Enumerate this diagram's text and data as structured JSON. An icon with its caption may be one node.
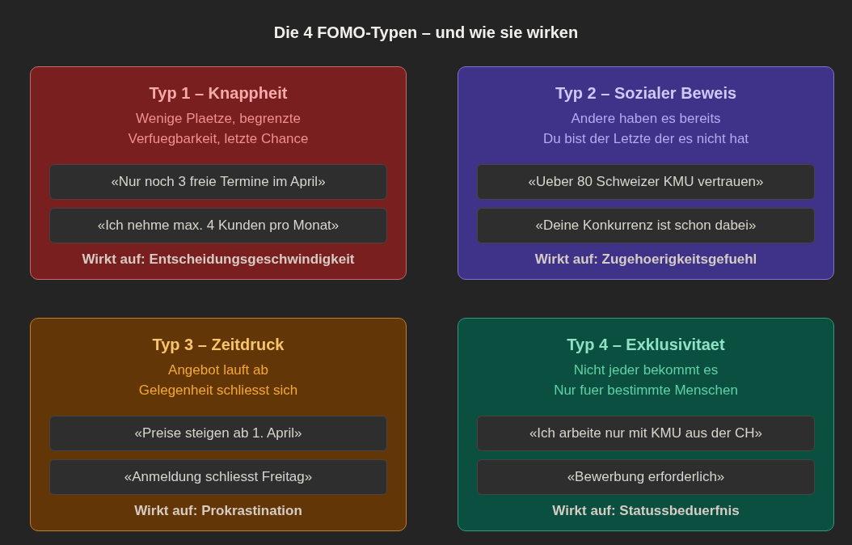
{
  "diagram": {
    "title": "Die 4 FOMO-Typen – und wie sie wirken",
    "nodes": [
      {
        "text": [
          "Typ 1 – Knappheit",
          "Wenige Plaetze, begrenzte Verfuegbarkeit, letzte Chance",
          "Wirkt auf: Entscheidungsgeschwindigkeit"
        ]
      },
      {
        "text": [
          "«Nur noch 3 freie Termine im April»"
        ],
        "in": 0
      },
      {
        "text": [
          "«Ich nehme max. 4 Kunden pro Monat»"
        ],
        "in": 0
      },
      {
        "text": [
          "Typ 2 – Sozialer Beweis",
          "Andere haben es bereits",
          "Du bist der Letzte der es nicht hat",
          "Wirkt auf: Zugehoerigkeitsgefuehl"
        ]
      },
      {
        "text": [
          "«Ueber 80 Schweizer KMU vertrauen»"
        ],
        "in": 3
      },
      {
        "text": [
          "«Deine Konkurrenz ist schon dabei»"
        ],
        "in": 3
      },
      {
        "text": [
          "Typ 3 – Zeitdruck",
          "Angebot lauft ab",
          "Gelegenheit schliesst sich",
          "Wirkt auf: Prokrastination"
        ]
      },
      {
        "text": [
          "«Preise steigen ab 1. April»"
        ],
        "in": 6
      },
      {
        "text": [
          "«Anmeldung schliesst Freitag»"
        ],
        "in": 6
      },
      {
        "text": [
          "Typ 4 – Exklusivitaet",
          "Nicht jeder bekommt es",
          "Nur fuer bestimmte Menschen",
          "Wirkt auf: Statussbeduerfnis"
        ]
      },
      {
        "text": [
          "«Ich arbeite nur mit KMU aus der CH»"
        ],
        "in": 9
      },
      {
        "text": [
          "«Bewerbung erforderlich»"
        ],
        "in": 9
      }
    ],
    "edges": []
  }
}
